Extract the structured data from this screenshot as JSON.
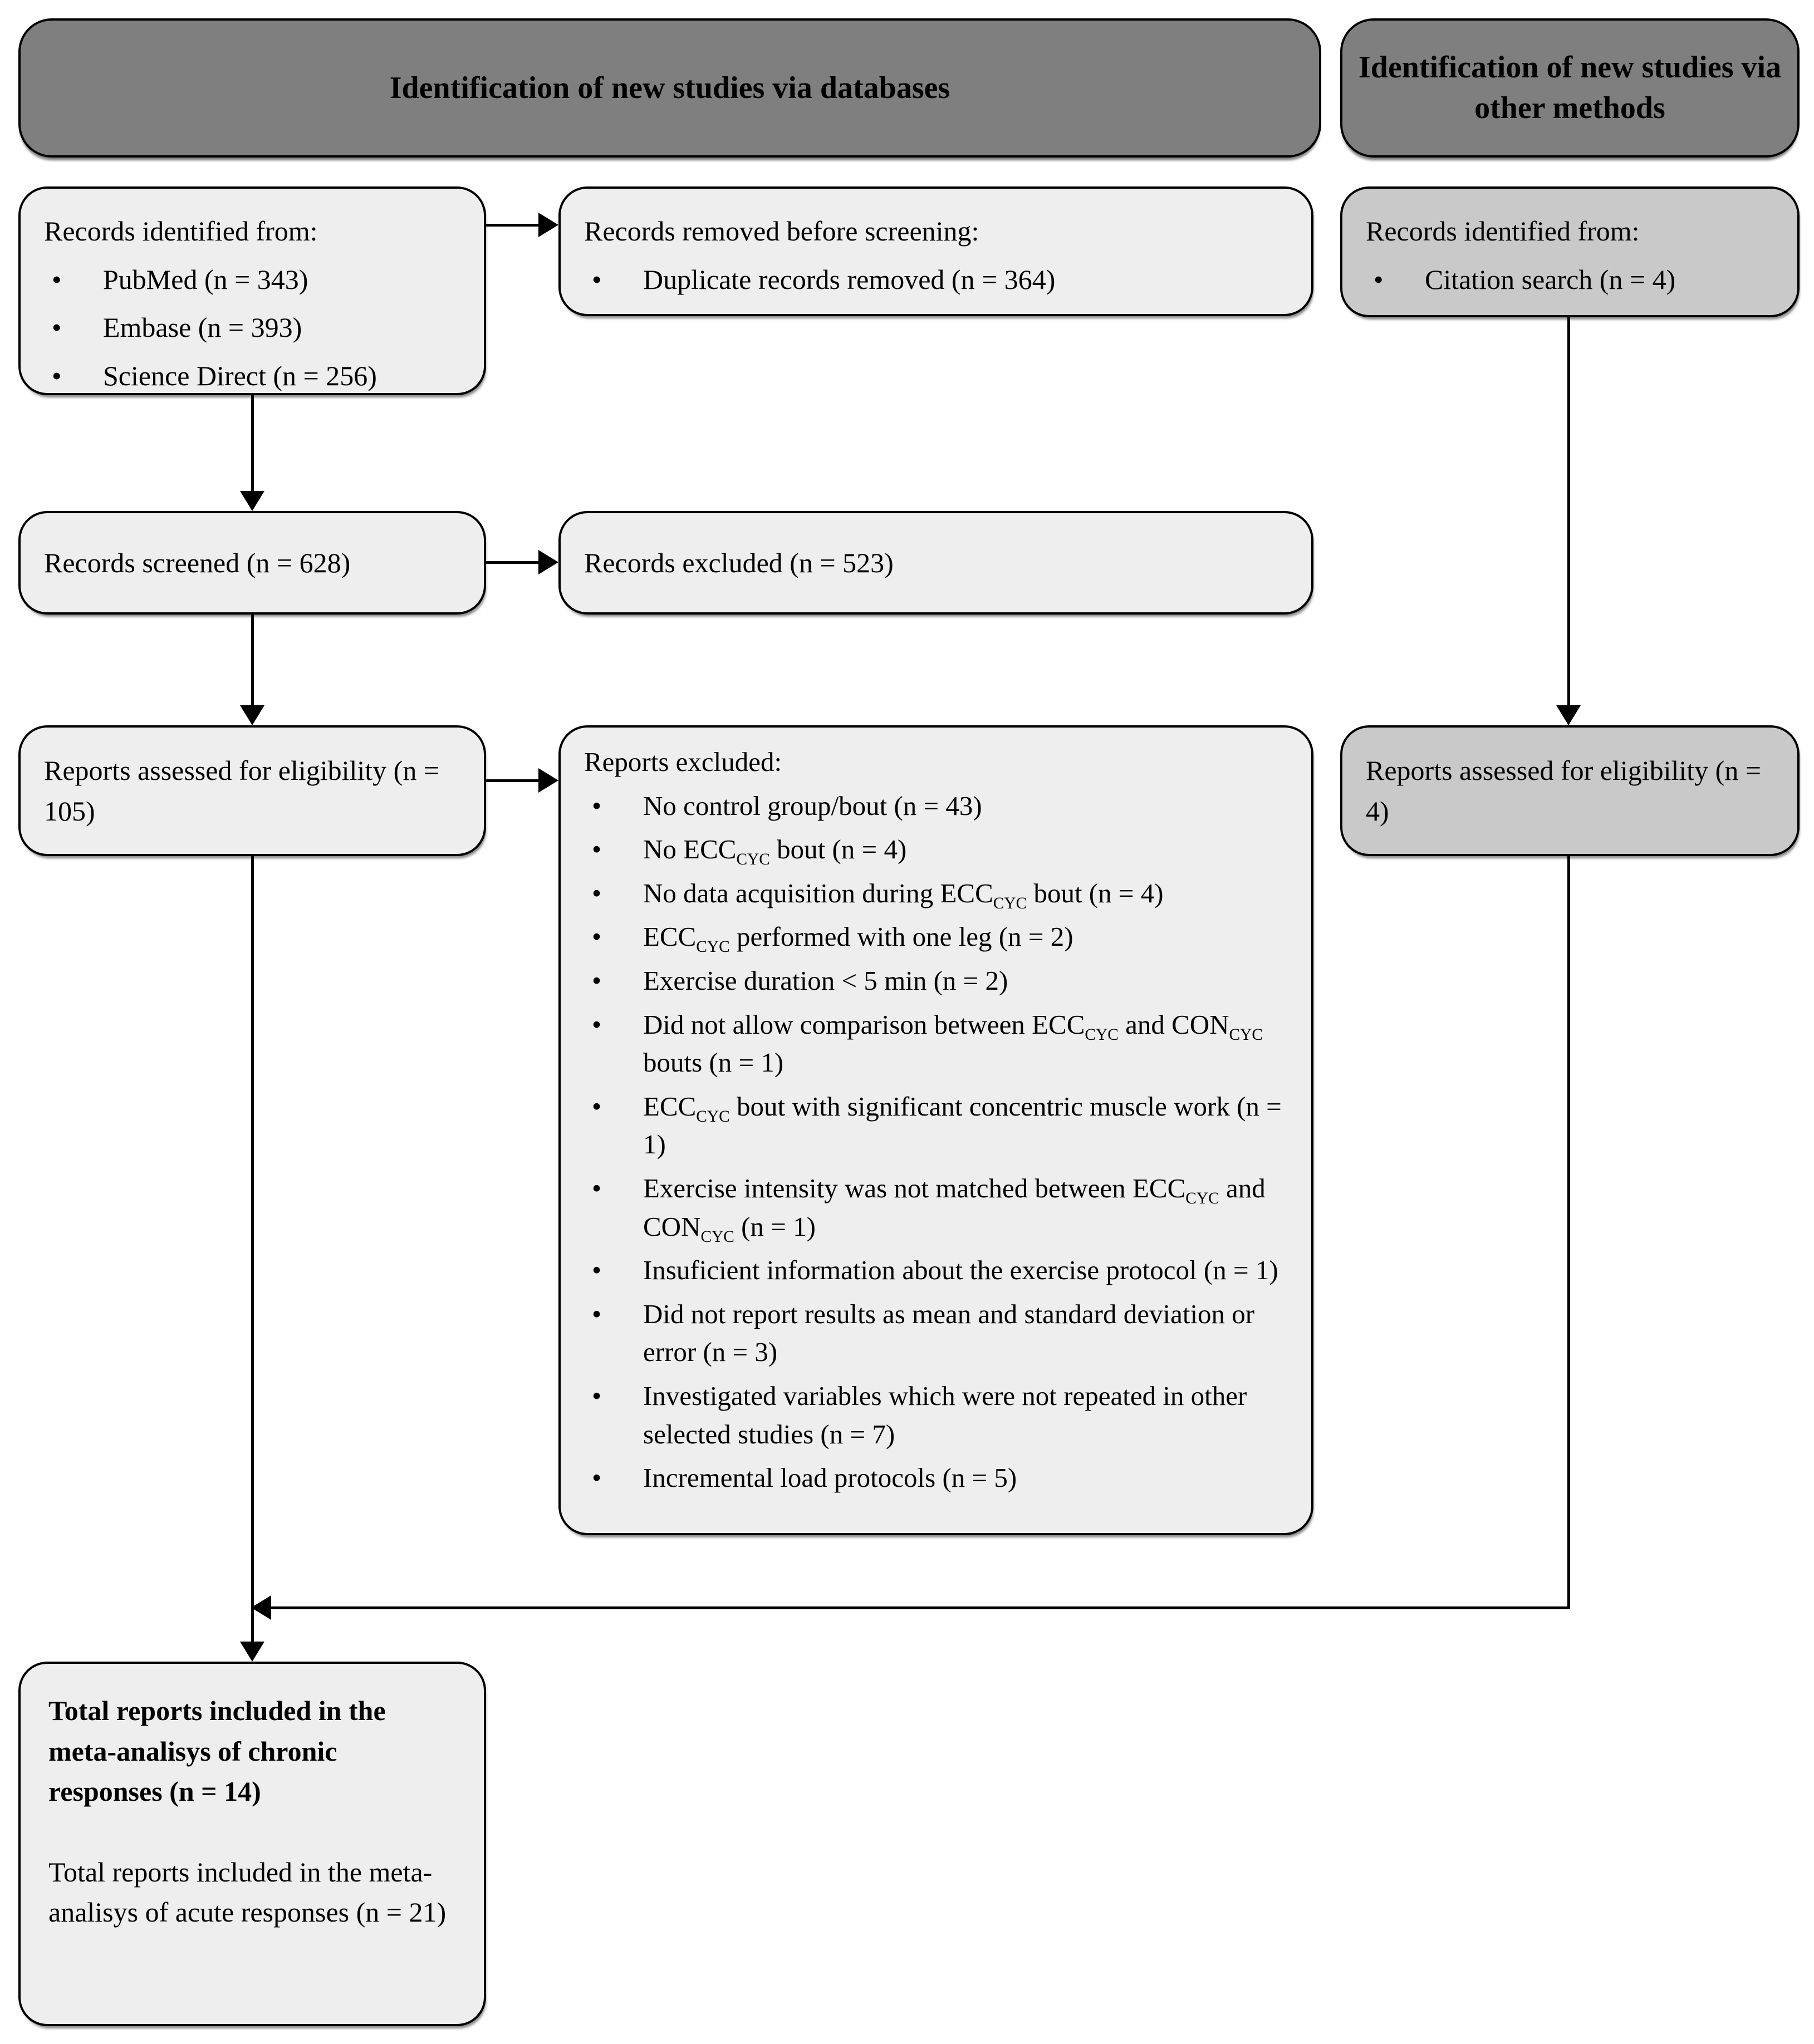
{
  "colors": {
    "header_bg": "#7f7f7f",
    "database_box_bg": "#eeeeee",
    "other_methods_box_bg": "#c9c9c9",
    "border": "#000000",
    "canvas": "#ffffff"
  },
  "headers": {
    "databases": "Identification of new studies via databases",
    "other_methods": "Identification of new studies via other methods"
  },
  "database_column": {
    "records_identified": {
      "title": "Records identified from:",
      "items": [
        "PubMed (n = 343)",
        "Embase (n = 393)",
        "Science Direct (n = 256)"
      ]
    },
    "records_screened": "Records screened (n = 628)",
    "reports_assessed": "Reports assessed for eligibility (n = 105)",
    "total_included": {
      "chronic": "Total reports included in the meta-analisys of chronic responses (n = 14)",
      "acute": "Total reports included in the meta-analisys of acute responses (n = 21)"
    }
  },
  "exclusion_column": {
    "records_removed": {
      "title": "Records removed before screening:",
      "items": [
        "Duplicate records removed (n = 364)"
      ]
    },
    "records_excluded": "Records excluded (n = 523)",
    "reports_excluded": {
      "title": "Reports excluded:",
      "items": [
        "No control group/bout (n = 43)",
        "No ECC~CYC~ bout (n = 4)",
        "No data acquisition during ECC~CYC~ bout (n = 4)",
        "ECC~CYC~ performed with one leg (n = 2)",
        "Exercise duration < 5 min (n = 2)",
        "Did not allow comparison between ECC~CYC~ and CON~CYC~ bouts (n = 1)",
        "ECC~CYC~ bout with significant concentric muscle work (n = 1)",
        "Exercise intensity was not matched between ECC~CYC~ and CON~CYC~ (n = 1)",
        "Insuficient information about the exercise protocol (n = 1)",
        "Did not report results as mean and standard deviation or error (n = 3)",
        "Investigated variables which were not repeated in other selected studies (n = 7)",
        "Incremental load protocols (n = 5)"
      ]
    }
  },
  "other_methods_column": {
    "records_identified": {
      "title": "Records identified from:",
      "items": [
        "Citation search (n = 4)"
      ]
    },
    "reports_assessed": "Reports assessed for eligibility (n = 4)"
  }
}
